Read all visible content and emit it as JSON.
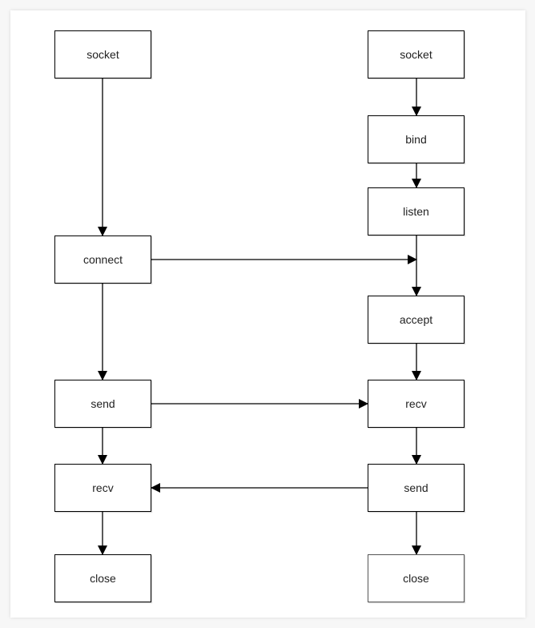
{
  "diagram": {
    "client": {
      "socket": "socket",
      "connect": "connect",
      "send": "send",
      "recv": "recv",
      "close": "close"
    },
    "server": {
      "socket": "socket",
      "bind": "bind",
      "listen": "listen",
      "accept": "accept",
      "recv": "recv",
      "send": "send",
      "close": "close"
    }
  },
  "colors": {
    "background": "#f7f7f7",
    "canvas": "#ffffff",
    "stroke": "#000000",
    "text": "#222222"
  }
}
